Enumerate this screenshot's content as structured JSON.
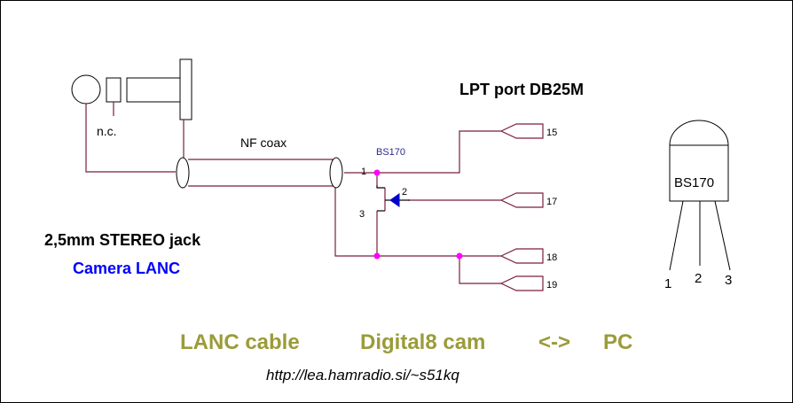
{
  "labels": {
    "nc": "n.c.",
    "nf_coax": "NF coax",
    "bs170_top": "BS170",
    "lpt_port": "LPT port  DB25M",
    "jack": "2,5mm STEREO jack",
    "camera": "Camera LANC",
    "bs170_pkg": "BS170",
    "fet_pin1": "1",
    "fet_pin2": "2",
    "fet_pin3": "3",
    "pkg_pin1": "1",
    "pkg_pin2": "2",
    "pkg_pin3": "3",
    "lpt_pins": [
      "15",
      "17",
      "18",
      "19"
    ]
  },
  "footer": {
    "part1": "LANC cable",
    "part2": "Digital8 cam",
    "arrow": "<->",
    "part3": "PC",
    "url": "http://lea.hamradio.si/~s51kq"
  },
  "colors": {
    "wire": "#7a1f3d",
    "junction": "#ff00ff",
    "fet_arrow": "#0000cc",
    "olive": "#9b9b3a",
    "camera_label": "#0000ff",
    "bs170_top_label": "#2b2b88"
  }
}
